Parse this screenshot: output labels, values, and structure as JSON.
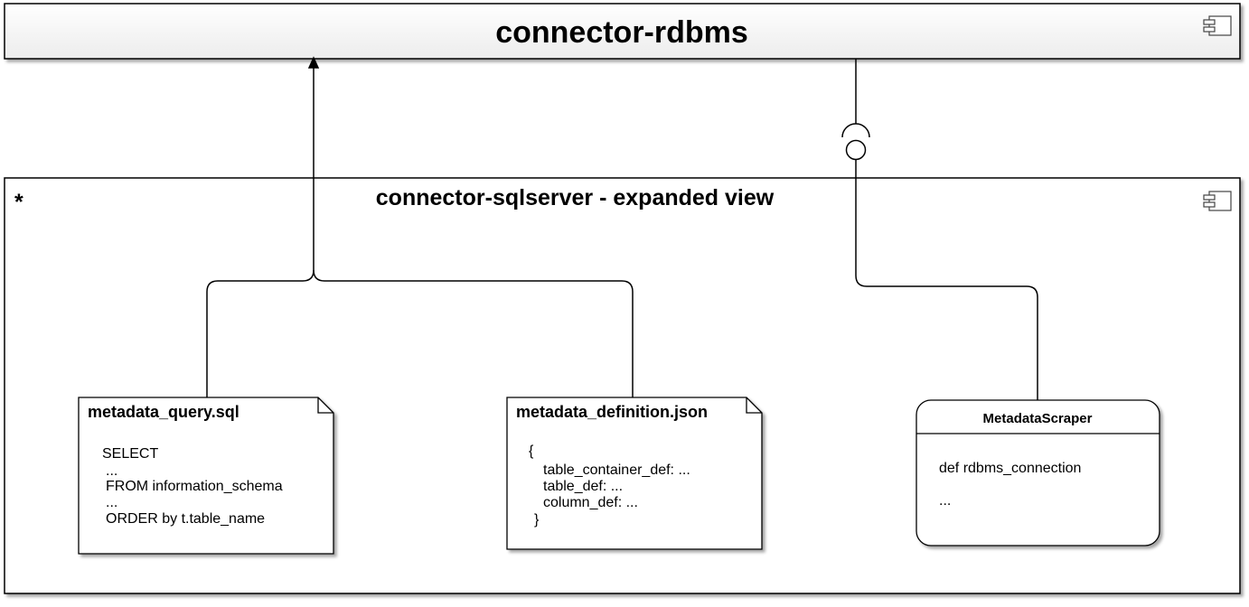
{
  "diagram": {
    "top_component": {
      "title": "connector-rdbms",
      "icon": "component-icon"
    },
    "container": {
      "marker": "*",
      "title": "connector-sqlserver - expanded view",
      "icon": "component-icon"
    },
    "notes": [
      {
        "title": "metadata_query.sql",
        "lines": [
          "SELECT",
          "...",
          "FROM information_schema",
          "...",
          "ORDER by t.table_name"
        ]
      },
      {
        "title": "metadata_definition.json",
        "lines": [
          "{",
          "table_container_def: ...",
          "table_def: ...",
          "column_def: ...",
          "}"
        ]
      }
    ],
    "class_box": {
      "title": "MetadataScraper",
      "lines": [
        "def rdbms_connection",
        "..."
      ]
    },
    "connectors": [
      {
        "type": "dependency-arrow",
        "from": "connector-sqlserver",
        "to": "connector-rdbms"
      },
      {
        "type": "required-interface",
        "from": "connector-sqlserver",
        "to": "connector-rdbms"
      }
    ]
  }
}
